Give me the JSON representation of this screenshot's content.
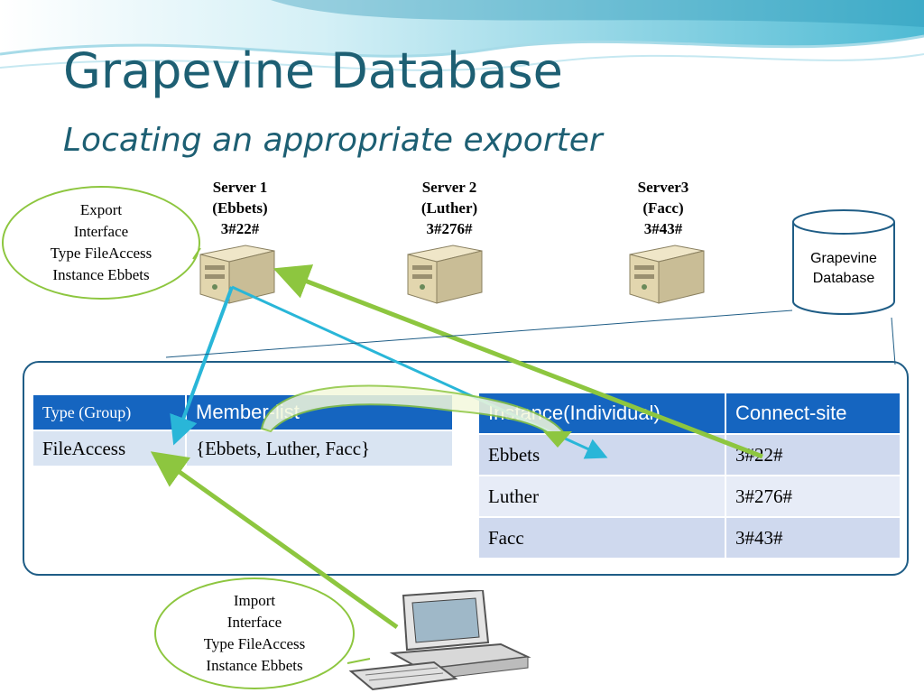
{
  "slide": {
    "title": "Grapevine Database",
    "subtitle": "Locating an appropriate exporter"
  },
  "servers": [
    {
      "name": "Server 1",
      "alias": "(Ebbets)",
      "site": "3#22#"
    },
    {
      "name": "Server 2",
      "alias": "(Luther)",
      "site": "3#276#"
    },
    {
      "name": "Server3",
      "alias": "(Facc)",
      "site": "3#43#"
    }
  ],
  "export_bubble": {
    "lines": [
      "Export",
      "Interface",
      "Type FileAccess",
      "Instance Ebbets"
    ]
  },
  "import_bubble": {
    "lines": [
      "Import",
      "Interface",
      "Type FileAccess",
      "Instance Ebbets"
    ]
  },
  "database": {
    "lines": [
      "Grapevine",
      "Database"
    ]
  },
  "group_table": {
    "headers": [
      "Type (Group)",
      "Member-list"
    ],
    "rows": [
      [
        "FileAccess",
        "{Ebbets, Luther, Facc}"
      ]
    ]
  },
  "individual_table": {
    "headers": [
      "Instance(Individual)",
      "Connect-site"
    ],
    "rows": [
      [
        "Ebbets",
        "3#22#"
      ],
      [
        "Luther",
        "3#276#"
      ],
      [
        "Facc",
        "3#43#"
      ]
    ]
  },
  "colors": {
    "title": "#1d5f73",
    "header_fill": "#1565c0",
    "bubble_border": "#8dc63f",
    "arrow_green": "#8dc63f",
    "arrow_cyan": "#29b6d8",
    "container_border": "#1f5d86"
  }
}
